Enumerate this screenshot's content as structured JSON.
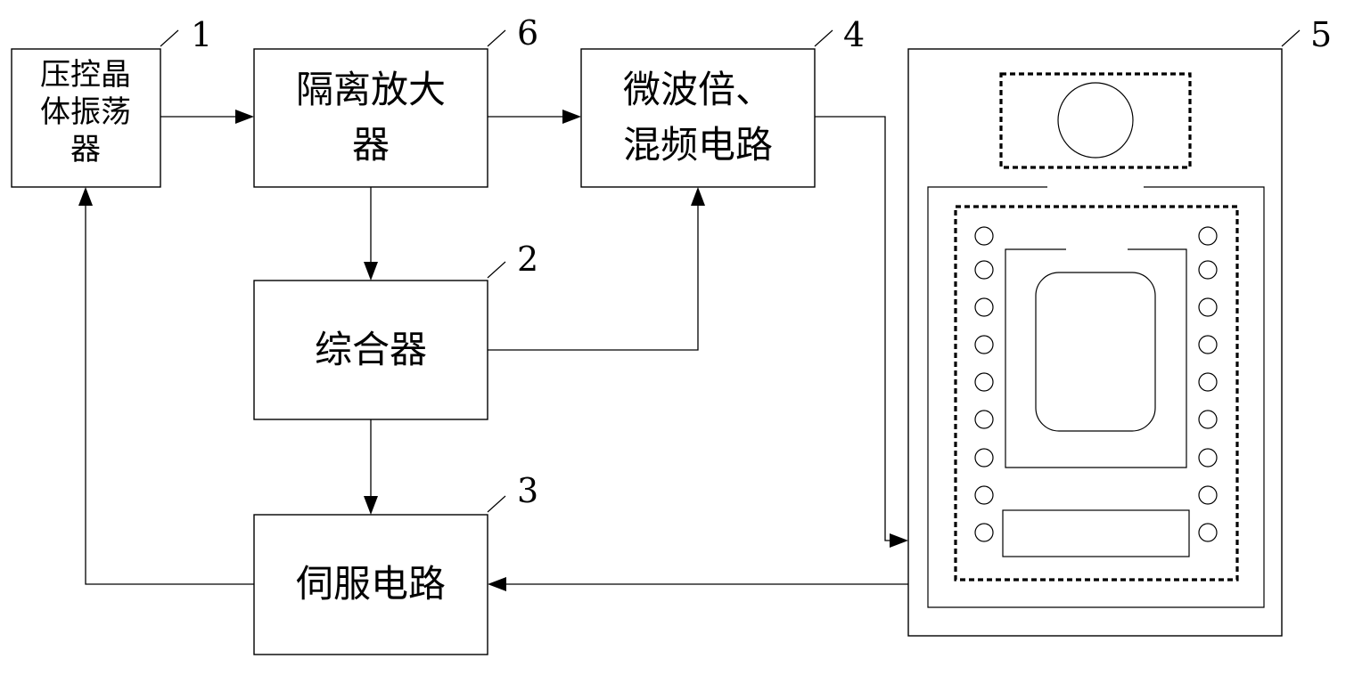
{
  "blocks": {
    "oscillator": {
      "lines": [
        "压控晶",
        "体振荡",
        "器"
      ],
      "number": "1"
    },
    "isolation_amp": {
      "lines": [
        "隔离放大",
        "器"
      ],
      "number": "6"
    },
    "multiplier_mixer": {
      "lines": [
        "微波倍、",
        "混频电路"
      ],
      "number": "4"
    },
    "synthesizer": {
      "lines": [
        "综合器"
      ],
      "number": "2"
    },
    "servo": {
      "lines": [
        "伺服电路"
      ],
      "number": "3"
    },
    "physics_package": {
      "number": "5"
    }
  }
}
